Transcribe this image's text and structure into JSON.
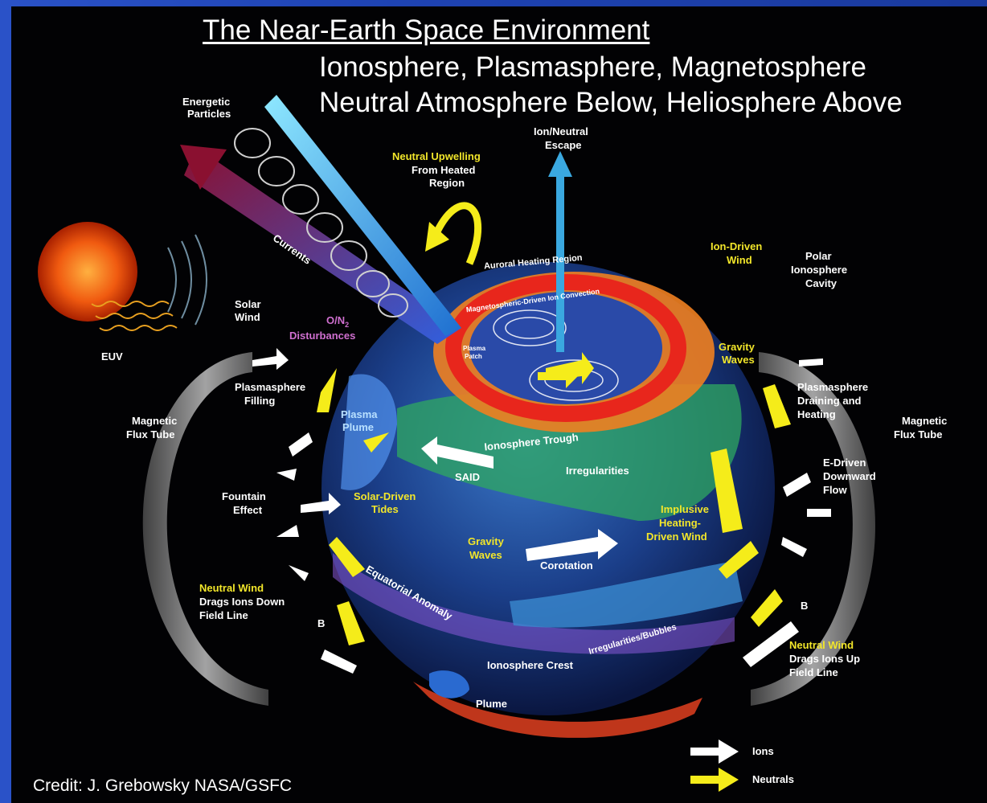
{
  "title": "The Near-Earth Space Environment",
  "subtitle_line1": "Ionosphere, Plasmasphere, Magnetosphere",
  "subtitle_line2": "Neutral Atmosphere Below, Heliosphere Above",
  "credit": "Credit: J. Grebowsky NASA/GSFC",
  "labels": {
    "energetic_particles_1": "Energetic",
    "energetic_particles_2": "Particles",
    "ion_neutral_escape_1": "Ion/Neutral",
    "ion_neutral_escape_2": "Escape",
    "neutral_upwelling_1": "Neutral Upwelling",
    "neutral_upwelling_2": "From Heated",
    "neutral_upwelling_3": "Region",
    "currents": "Currents",
    "solar_wind_1": "Solar",
    "solar_wind_2": "Wind",
    "euv": "EUV",
    "o_n2_1": "O/N",
    "o_n2_sub": "2",
    "o_n2_2": "Disturbances",
    "auroral_heating": "Auroral Heating Region",
    "magnetospheric_convection": "Magnetospheric-Driven Ion Convection",
    "plasma_patch_1": "Plasma",
    "plasma_patch_2": "Patch",
    "ion_driven_wind_1": "Ion-Driven",
    "ion_driven_wind_2": "Wind",
    "polar_cavity_1": "Polar",
    "polar_cavity_2": "Ionosphere",
    "polar_cavity_3": "Cavity",
    "gravity_waves_top_1": "Gravity",
    "gravity_waves_top_2": "Waves",
    "plasmasphere_draining_1": "Plasmasphere",
    "plasmasphere_draining_2": "Draining and",
    "plasmasphere_draining_3": "Heating",
    "flux_tube_right_1": "Magnetic",
    "flux_tube_right_2": "Flux Tube",
    "flux_tube_left_1": "Magnetic",
    "flux_tube_left_2": "Flux Tube",
    "plasmasphere_filling_1": "Plasmasphere",
    "plasmasphere_filling_2": "Filling",
    "plasma_plume_1": "Plasma",
    "plasma_plume_2": "Plume",
    "ionosphere_trough": "Ionosphere Trough",
    "said": "SAID",
    "irregularities": "Irregularities",
    "fountain_effect_1": "Fountain",
    "fountain_effect_2": "Effect",
    "solar_driven_tides_1": "Solar-Driven",
    "solar_driven_tides_2": "Tides",
    "e_driven_flow_1": "E-Driven",
    "e_driven_flow_2": "Downward",
    "e_driven_flow_3": "Flow",
    "implusive_1": "Implusive",
    "implusive_2": "Heating-",
    "implusive_3": "Driven Wind",
    "gravity_waves_mid_1": "Gravity",
    "gravity_waves_mid_2": "Waves",
    "corotation": "Corotation",
    "neutral_wind_left_1": "Neutral Wind",
    "neutral_wind_left_2": "Drags Ions Down",
    "neutral_wind_left_3": "Field Line",
    "b_left": "B",
    "equatorial_anomaly": "Equatorial Anomaly",
    "irregularities_bubbles": "Irregularities/Bubbles",
    "b_right": "B",
    "neutral_wind_right_1": "Neutral Wind",
    "neutral_wind_right_2": "Drags Ions Up",
    "neutral_wind_right_3": "Field Line",
    "ionosphere_crest": "Ionosphere Crest",
    "plume": "Plume"
  },
  "legend": {
    "ions": "Ions",
    "neutrals": "Neutrals"
  },
  "colors": {
    "label_white": "#ffffff",
    "label_yellow": "#f2e62a",
    "ion_arrow": "#ffffff",
    "neutral_arrow": "#f5ec1a",
    "auroral_ring": "#e8261c",
    "sun": "#f05a10"
  }
}
